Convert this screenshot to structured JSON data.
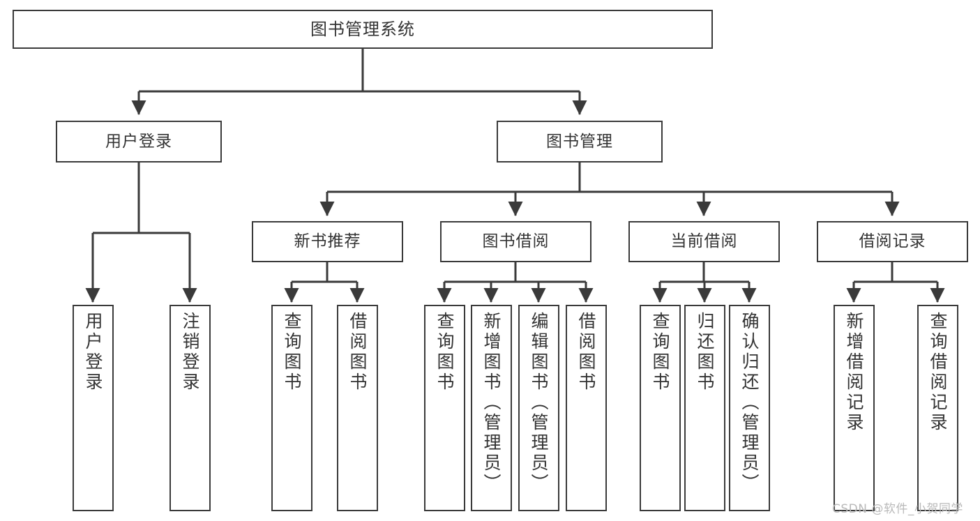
{
  "diagram": {
    "type": "tree",
    "title": "图书管理系统",
    "root": {
      "label": "图书管理系统"
    },
    "level2": [
      {
        "label": "用户登录"
      },
      {
        "label": "图书管理"
      }
    ],
    "level3": [
      {
        "label": "新书推荐"
      },
      {
        "label": "图书借阅"
      },
      {
        "label": "当前借阅"
      },
      {
        "label": "借阅记录"
      }
    ],
    "leaves": {
      "user_login": [
        {
          "label": "用户登录"
        },
        {
          "label": "注销登录"
        }
      ],
      "new_book_recommend": [
        {
          "label": "查询图书"
        },
        {
          "label": "借阅图书"
        }
      ],
      "book_borrow": [
        {
          "label": "查询图书"
        },
        {
          "label": "新增图书（管理员）"
        },
        {
          "label": "编辑图书（管理员）"
        },
        {
          "label": "借阅图书"
        }
      ],
      "current_borrow": [
        {
          "label": "查询图书"
        },
        {
          "label": "归还图书"
        },
        {
          "label": "确认归还（管理员）"
        }
      ],
      "borrow_record": [
        {
          "label": "新增借阅记录"
        },
        {
          "label": "查询借阅记录"
        }
      ]
    },
    "watermark": "CSDN @软件_小贺同学",
    "colors": {
      "box_border": "#3a3a3a",
      "box_fill": "#ffffff",
      "connector": "#3a3a3a",
      "text": "#333333",
      "watermark": "#b9b9b9",
      "background": "#ffffff"
    }
  }
}
